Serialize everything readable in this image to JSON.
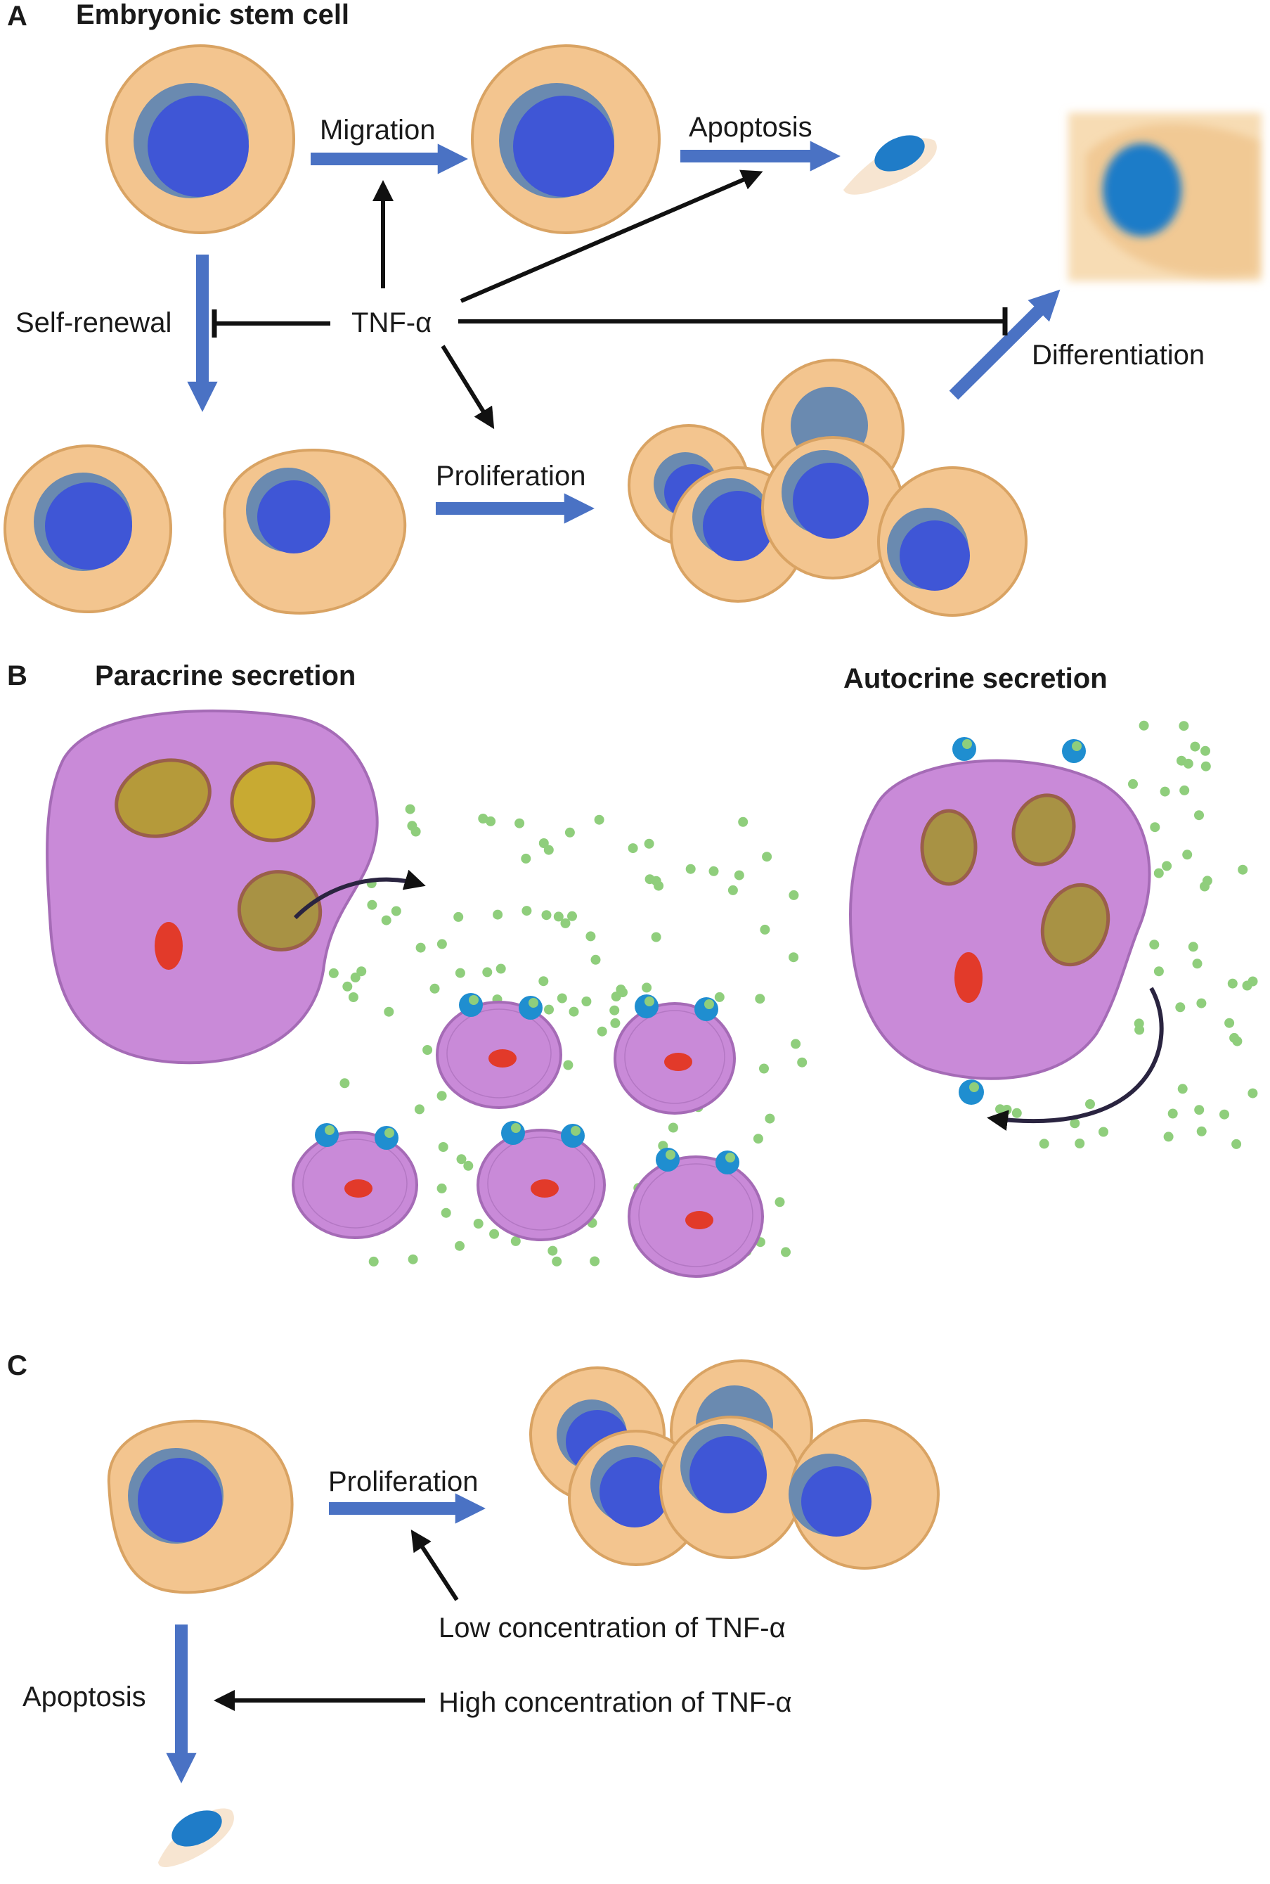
{
  "colors": {
    "cytoplasm": "#f3c58f",
    "cytoplasm_edge": "#d9a363",
    "nucleus": "#3f56d6",
    "nucleus_rim": "#6a8ab0",
    "apoptotic_nucleus": "#1f7cc8",
    "blue_arrow": "#4a72c4",
    "black_arrow": "#111111",
    "secreting_cell": "#c98ad8",
    "secreting_cell_edge": "#a56bb6",
    "vesicle_fill": "#b59a3a",
    "red_organelle": "#e23a2a",
    "receptor": "#1f8ed0",
    "ligand_dot": "#8fce7c"
  },
  "panel_a": {
    "letter": "A",
    "title": "Embryonic stem cell",
    "center": "TNF-α",
    "processes": {
      "migration": "Migration",
      "apoptosis": "Apoptosis",
      "self_renewal": "Self-renewal",
      "proliferation": "Proliferation",
      "differentiation": "Differentiation"
    }
  },
  "panel_b": {
    "letter": "B",
    "paracrine_title": "Paracrine secretion",
    "autocrine_title": "Autocrine secretion"
  },
  "panel_c": {
    "letter": "C",
    "proliferation": "Proliferation",
    "apoptosis": "Apoptosis",
    "low": "Low concentration of TNF-α",
    "high": "High concentration of TNF-α"
  }
}
